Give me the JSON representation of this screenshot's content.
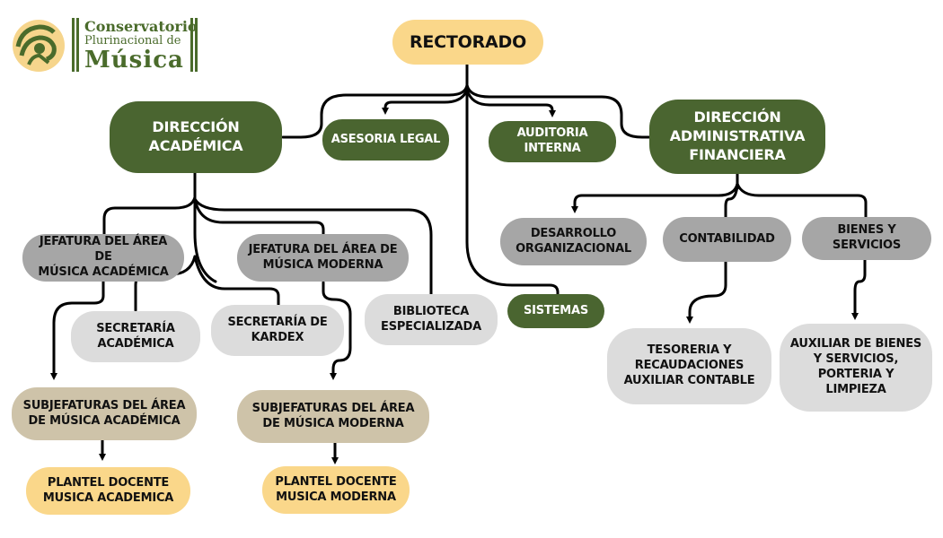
{
  "logo": {
    "line1": "Conservatorio",
    "line2": "Plurinacional de",
    "line3": "Música",
    "icon": "treble-clef-emblem-icon"
  },
  "colors": {
    "green": "#4a6530",
    "yellow": "#fad78a",
    "gray": "#a6a6a6",
    "light_gray": "#dcdcdc",
    "tan": "#cec3a9",
    "connector": "#000000"
  },
  "nodes": {
    "rectorado": "RECTORADO",
    "direccion_academica": "DIRECCIÓN\nACADÉMICA",
    "asesoria_legal": "ASESORIA LEGAL",
    "auditoria_interna": "AUDITORIA\nINTERNA",
    "direccion_administrativa": "DIRECCIÓN\nADMINISTRATIVA\nFINANCIERA",
    "jefatura_academica": "JEFATURA DEL ÁREA DE\nMÚSICA ACADÉMICA",
    "jefatura_moderna": "JEFATURA DEL ÁREA DE\nMÚSICA MODERNA",
    "secretaria_academica": "SECRETARÍA\nACADÉMICA",
    "secretaria_kardex": "SECRETARÍA DE\nKARDEX",
    "biblioteca": "BIBLIOTECA\nESPECIALIZADA",
    "sistemas": "SISTEMAS",
    "desarrollo_organizacional": "DESARROLLO\nORGANIZACIONAL",
    "contabilidad": "CONTABILIDAD",
    "bienes_servicios": "BIENES Y\nSERVICIOS",
    "tesoreria": "TESORERIA Y\nRECAUDACIONES\nAUXILIAR CONTABLE",
    "auxiliar_bienes": "AUXILIAR DE BIENES\nY SERVICIOS,\nPORTERIA Y\nLIMPIEZA",
    "subjefaturas_academica": "SUBJEFATURAS DEL ÁREA\nDE MÚSICA ACADÉMICA",
    "subjefaturas_moderna": "SUBJEFATURAS DEL ÁREA\nDE MÚSICA MODERNA",
    "plantel_academica": "PLANTEL DOCENTE\nMUSICA ACADEMICA",
    "plantel_moderna": "PLANTEL DOCENTE\nMUSICA MODERNA"
  }
}
